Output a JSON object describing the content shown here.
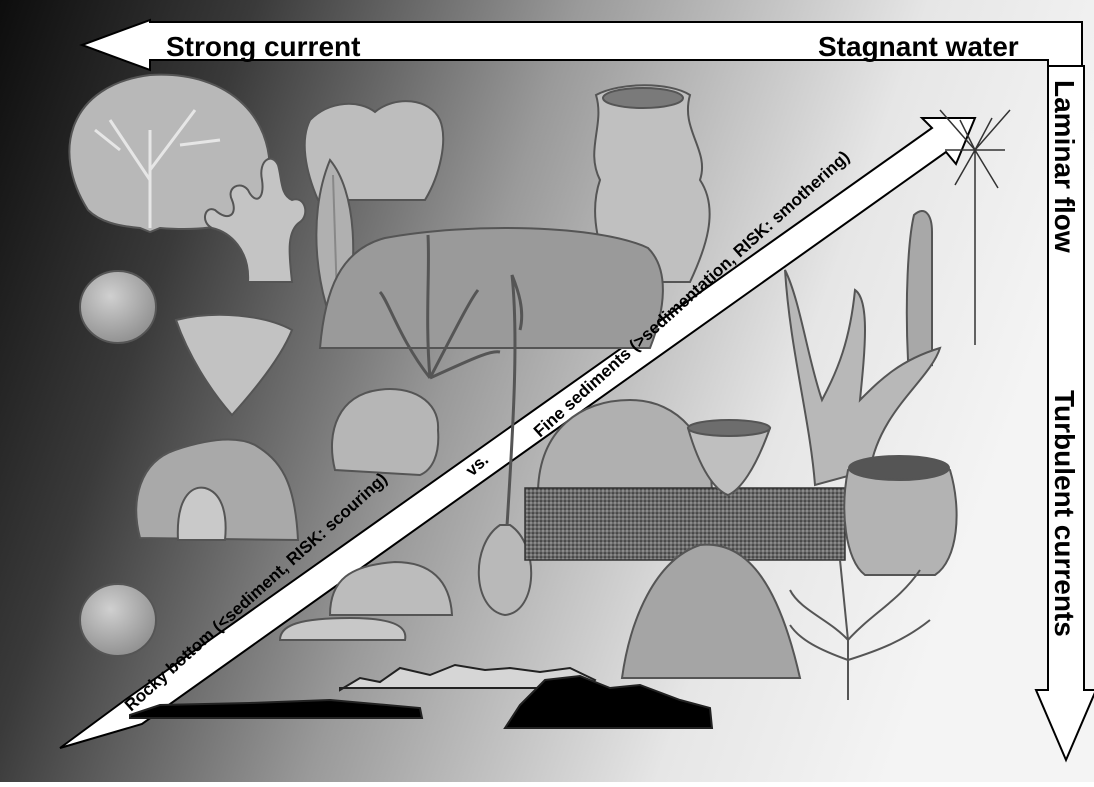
{
  "labels": {
    "strong_current": "Strong current",
    "stagnant_water": "Stagnant water",
    "laminar_flow": "Laminar flow",
    "turbulent_currents": "Turbulent currents",
    "rocky_bottom": "Rocky bottom (<sediment, RISK: scouring)",
    "versus": "vs.",
    "fine_sediments": "Fine sediments (>sedimentation, RISK: smothering)"
  },
  "colors": {
    "arrow_fill": "#ffffff",
    "arrow_stroke": "#000000",
    "sponge_fill": "#b4b4b4",
    "sponge_stroke": "#5a5a5a",
    "background_dark": "#111111",
    "background_light": "#f2f2f2"
  }
}
